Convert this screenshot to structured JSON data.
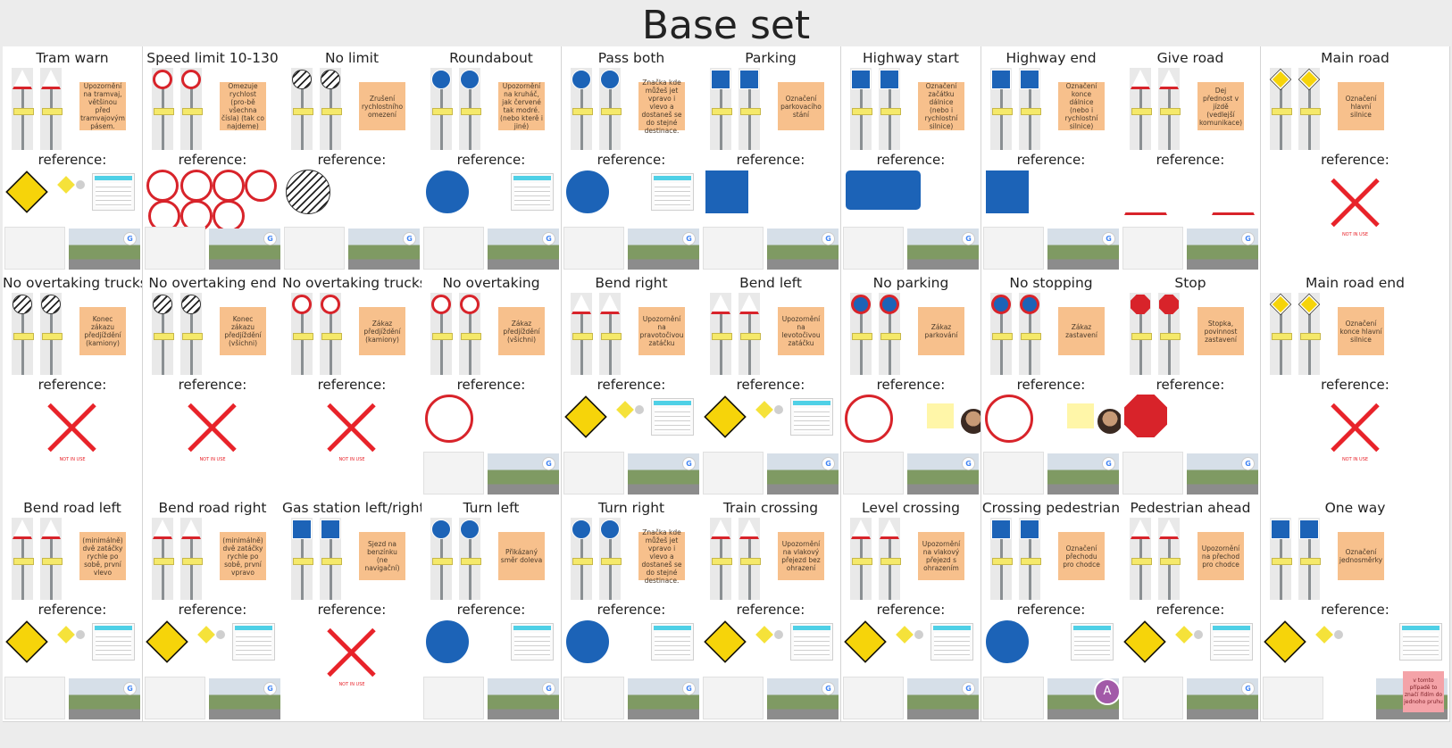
{
  "board": {
    "title": "Base set",
    "reference_label": "reference:",
    "not_found_text": "NOT IN USE"
  },
  "colors": {
    "note_bg": "#f7c08c",
    "grid_line": "#d4d4d4",
    "red_x": "#e8232a",
    "sign_yellow": "#f6e50a",
    "sign_blue": "#1c63b7",
    "sign_red": "#d8232a"
  },
  "rows": [
    {
      "cells": [
        {
          "title": "Tram warn",
          "note": "Upozornění na tramvaj, většinou před tramvajovým pásem.",
          "sign": "triangle-warning",
          "ref": "diamond-yellow"
        },
        {
          "title": "Speed limit 10-130",
          "note": "Omezuje rychlost (pro-bě všechna čísla) (tak co najdeme)",
          "sign": "circle-red-limit",
          "ref": "speed-set"
        },
        {
          "title": "No limit",
          "note": "Zrušení rychlostního omezení",
          "sign": "circle-nolimit",
          "ref": "nolimit-sign"
        },
        {
          "title": "Roundabout",
          "note": "Upozornění na kruháč, jak červené tak modré. (nebo kterě i jiné)",
          "sign": "circle-blue",
          "ref": "roundabout-blue"
        },
        {
          "title": "Pass both",
          "note": "Značka kde můžeš jet vpravo i vlevo a dostaneš se do stejné destinace.",
          "sign": "circle-blue",
          "ref": "passboth-blue"
        },
        {
          "title": "Parking",
          "note": "Označení parkovacího stání",
          "sign": "square-blue",
          "ref": "parking-p"
        },
        {
          "title": "Highway start",
          "note": "Označení začátku dálnice (nebo i rychlostní silnice)",
          "sign": "square-blue",
          "ref": "highway-m7"
        },
        {
          "title": "Highway end",
          "note": "Označení konce dálnice (nebo i rychlostní silnice)",
          "sign": "square-blue",
          "ref": "highway-end"
        },
        {
          "title": "Give road",
          "note": "Dej přednost v jízdě (vedlejší komunikace)",
          "sign": "triangle-yield",
          "ref": "yield-triangle"
        },
        {
          "title": "Main road",
          "note": "Označení hlavní silnice",
          "sign": "diamond-main",
          "ref": "none"
        }
      ]
    },
    {
      "cells": [
        {
          "title": "No overtaking trucks end",
          "note": "Konec zákazu předjíždění (kamiony)",
          "sign": "circle-nolimit",
          "ref": "none"
        },
        {
          "title": "No overtaking end",
          "note": "Konec zákazu předjíždění (všichni)",
          "sign": "circle-nolimit",
          "ref": "none"
        },
        {
          "title": "No overtaking trucks",
          "note": "Zákaz předjíždění (kamiony)",
          "sign": "circle-red",
          "ref": "none"
        },
        {
          "title": "No overtaking",
          "note": "Zákaz předjíždění (všichni)",
          "sign": "circle-red",
          "ref": "no-overtaking-sign"
        },
        {
          "title": "Bend right",
          "note": "Upozornění na pravotočivou zatáčku",
          "sign": "triangle-warning",
          "ref": "diamond-yellow"
        },
        {
          "title": "Bend left",
          "note": "Upozornění na levotočivou zatáčku",
          "sign": "triangle-warning",
          "ref": "diamond-yellow"
        },
        {
          "title": "No parking",
          "note": "Zákaz parkování",
          "sign": "circle-nopark",
          "ref": "noparking-sign"
        },
        {
          "title": "No stopping",
          "note": "Zákaz zastavení",
          "sign": "circle-nopark",
          "ref": "nostopping-sign"
        },
        {
          "title": "Stop",
          "note": "Stopka, povinnost zastavení",
          "sign": "octagon",
          "ref": "stop-sign"
        },
        {
          "title": "Main road end",
          "note": "Označení konce hlavní silnice",
          "sign": "diamond-main",
          "ref": "none"
        }
      ]
    },
    {
      "cells": [
        {
          "title": "Bend road left",
          "note": "(minimálně) dvě zatáčky rychle po sobě, první vlevo",
          "sign": "triangle-warning",
          "ref": "diamond-yellow"
        },
        {
          "title": "Bend road right",
          "note": "(minimálně) dvě zatáčky rychle po sobě, první vpravo",
          "sign": "triangle-warning",
          "ref": "diamond-yellow"
        },
        {
          "title": "Gas station left/right",
          "note": "Sjezd na benzínku (ne navigační)",
          "sign": "square-blue",
          "ref": "none"
        },
        {
          "title": "Turn left",
          "note": "Přikázaný směr doleva",
          "sign": "circle-blue",
          "ref": "turn-left-blue"
        },
        {
          "title": "Turn right",
          "note": "Značka kde můžeš jet vpravo i vlevo a dostaneš se do stejné destinace.",
          "sign": "circle-blue",
          "ref": "turn-right-blue"
        },
        {
          "title": "Train crossing",
          "note": "Upozornění na vlakový přejezd bez ohrazení",
          "sign": "triangle-warning",
          "ref": "diamond-yellow"
        },
        {
          "title": "Level crossing",
          "note": "Upozornění na vlakový přejezd s ohrazením",
          "sign": "triangle-warning",
          "ref": "diamond-yellow"
        },
        {
          "title": "Crossing pedestrian",
          "note": "Označení přechodu pro chodce",
          "sign": "square-blue",
          "ref": "crossing-blue"
        },
        {
          "title": "Pedestrian ahead",
          "note": "Upozornění na přechod pro chodce",
          "sign": "triangle-warning",
          "ref": "diamond-yellow"
        },
        {
          "title": "One way",
          "note": "Označení jednosměrky",
          "sign": "square-blue",
          "ref": "diamond-yellow",
          "pink_note": "v tomto případě to značí řídím do jednoho pruhu"
        }
      ]
    }
  ]
}
